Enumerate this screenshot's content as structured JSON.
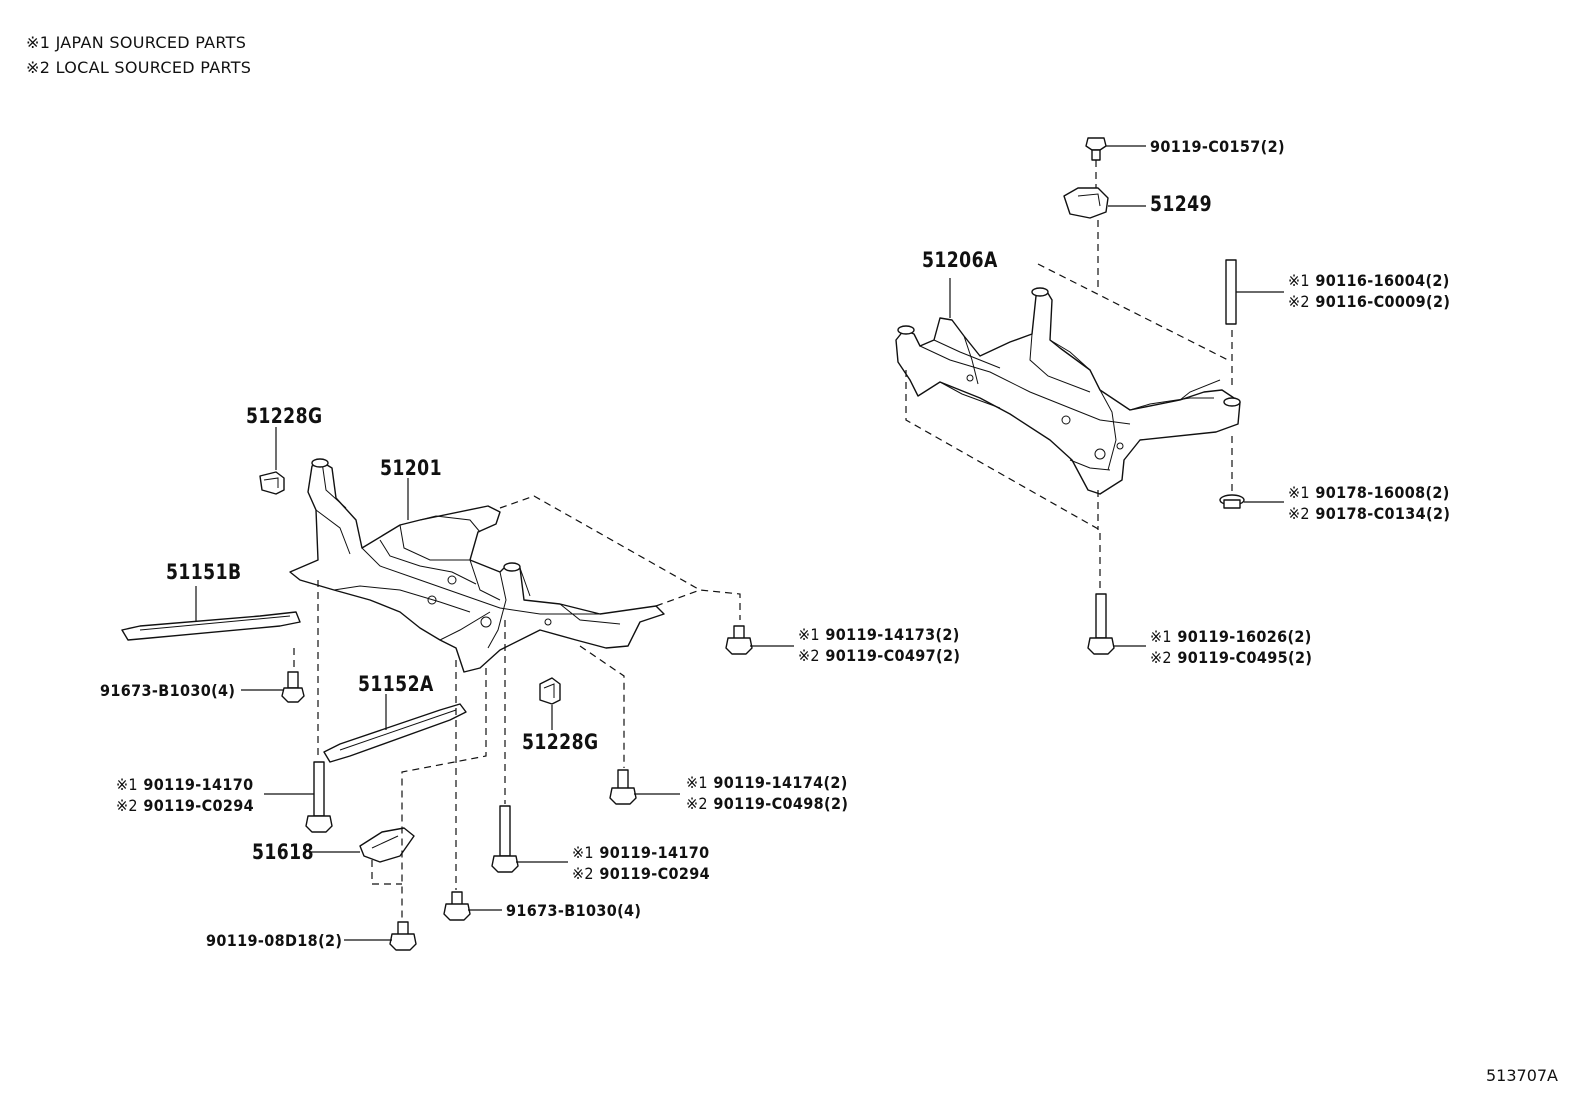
{
  "legend": {
    "note1": "※1  JAPAN SOURCED PARTS",
    "note2": "※2  LOCAL SOURCED PARTS"
  },
  "marks": {
    "japan": "※1",
    "local": "※2"
  },
  "labels": {
    "p51228g_top": "51228G",
    "p51201": "51201",
    "p51151b": "51151B",
    "p51152a": "51152A",
    "p51228g_bottom": "51228G",
    "p51618": "51618",
    "p51206a": "51206A",
    "p51249": "51249"
  },
  "part_numbers": {
    "bolt_91673_left": "91673-B1030(4)",
    "bolt_front_left_1": "90119-14170",
    "bolt_front_left_2": "90119-C0294",
    "bolt_front_mid_1": "90119-14170",
    "bolt_front_mid_2": "90119-C0294",
    "bolt_91673_bottom": "91673-B1030(4)",
    "bolt_08d18": "90119-08D18(2)",
    "bolt_rear_outer_1": "90119-14173(2)",
    "bolt_rear_outer_2": "90119-C0497(2)",
    "bolt_rear_inner_1": "90119-14174(2)",
    "bolt_rear_inner_2": "90119-C0498(2)",
    "bolt_c0157": "90119-C0157(2)",
    "stud_1": "90116-16004(2)",
    "stud_2": "90116-C0009(2)",
    "washer_1": "90178-16008(2)",
    "washer_2": "90178-C0134(2)",
    "bolt_rr_1": "90119-16026(2)",
    "bolt_rr_2": "90119-C0495(2)"
  },
  "figure_id": "513707A"
}
